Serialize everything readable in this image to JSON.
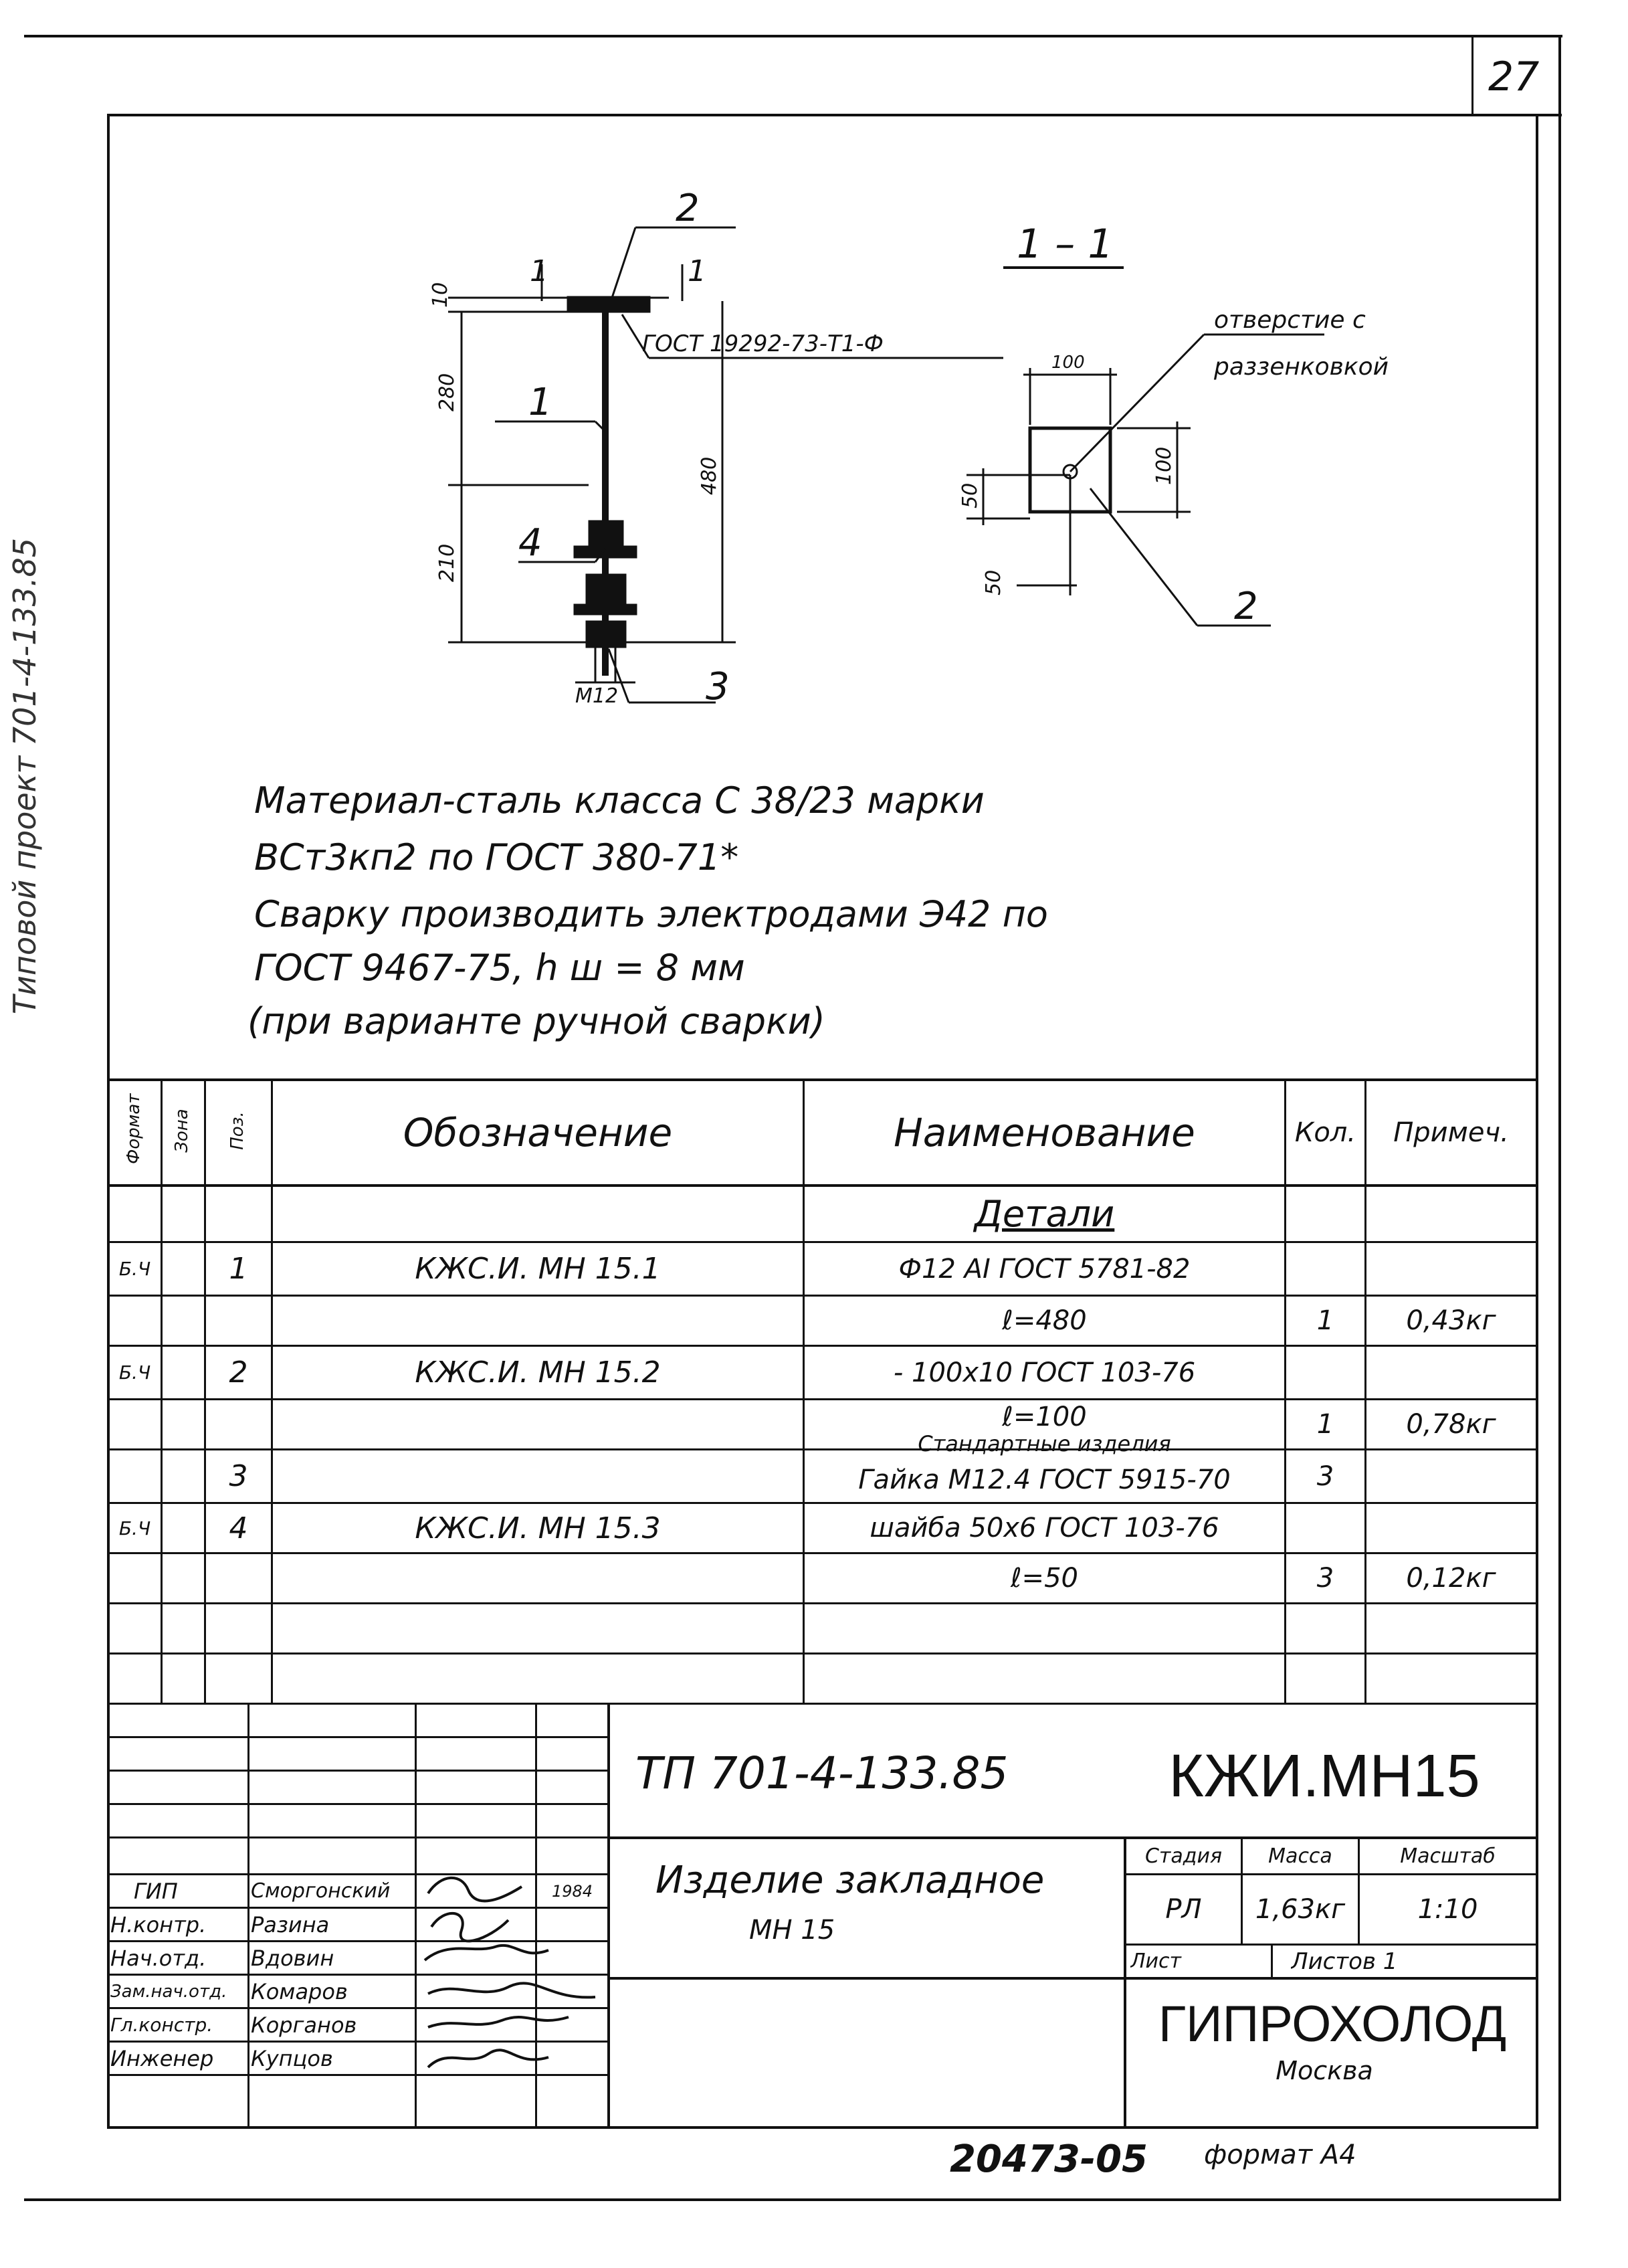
{
  "sheet": {
    "page_number": "27",
    "side_text": "Типовой проект 701-4-133.85",
    "bottom_code": "20473-05",
    "format": "формат А4"
  },
  "drawing": {
    "labels": {
      "pos1": "1",
      "pos2": "2",
      "pos3": "3",
      "pos4": "4",
      "section_mark": "1",
      "section_title": "1 – 1",
      "gost_note": "ГОСТ 19292-73-Т1-Ф",
      "hole_note_1": "отверстие с",
      "hole_note_2": "раззенковкой",
      "thread": "М12",
      "pos2_section": "2"
    },
    "dims": {
      "d10": "10",
      "d280": "280",
      "d210": "210",
      "d480": "480",
      "d100_top": "100",
      "d100_right": "100",
      "d50_left": "50",
      "d50_bottom": "50"
    }
  },
  "notes": [
    "Материал-сталь класса С 38/23 марки",
    "ВСт3кп2 по ГОСТ 380-71*",
    "Сварку производить электродами Э42 по",
    "ГОСТ 9467-75, h ш = 8 мм",
    "(при варианте ручной сварки)"
  ],
  "spec": {
    "headers": {
      "format": "Формат",
      "zone": "Зона",
      "pos": "Поз.",
      "designation": "Обозначение",
      "name": "Наименование",
      "qty": "Кол.",
      "note": "Примеч."
    },
    "section": "Детали",
    "rows": [
      {
        "format": "Б.Ч",
        "pos": "1",
        "designation": "КЖС.И. МН 15.1",
        "name": "Ф12 АI ГОСТ 5781-82",
        "qty": "",
        "note": ""
      },
      {
        "format": "",
        "pos": "",
        "designation": "",
        "name": "ℓ=480",
        "qty": "1",
        "note": "0,43кг"
      },
      {
        "format": "Б.Ч",
        "pos": "2",
        "designation": "КЖС.И. МН 15.2",
        "name": "- 100х10 ГОСТ 103-76",
        "qty": "",
        "note": ""
      },
      {
        "format": "",
        "pos": "",
        "designation": "",
        "name": "ℓ=100",
        "qty": "1",
        "note": "0,78кг"
      },
      {
        "format": "",
        "pos": "3",
        "designation": "",
        "name": "Гайка М12.4 ГОСТ 5915-70",
        "qty": "3",
        "note": ""
      },
      {
        "format": "Б.Ч",
        "pos": "4",
        "designation": "КЖС.И. МН 15.3",
        "name": "шайба 50х6 ГОСТ 103-76",
        "qty": "",
        "note": ""
      },
      {
        "format": "",
        "pos": "",
        "designation": "",
        "name": "ℓ=50",
        "qty": "3",
        "note": "0,12кг"
      }
    ],
    "std_items_label": "Стандартные изделия"
  },
  "title_block": {
    "project": "ТП 701-4-133.85",
    "code": "КЖИ.МН15",
    "item_title": "Изделие закладное",
    "item_sub": "МН 15",
    "stage_label": "Стадия",
    "mass_label": "Масса",
    "scale_label": "Масштаб",
    "stage": "РЛ",
    "mass": "1,63кг",
    "scale": "1:10",
    "sheet_label": "Лист",
    "sheets_label": "Листов 1",
    "org": "ГИПРОХОЛОД",
    "city": "Москва",
    "year": "1984",
    "staff": [
      {
        "role": "ГИП",
        "name": "Сморгонский"
      },
      {
        "role": "Н.контр.",
        "name": "Разина"
      },
      {
        "role": "Нач.отд.",
        "name": "Вдовин"
      },
      {
        "role": "Зам.нач.отд.",
        "name": "Комаров"
      },
      {
        "role": "Гл.констр.",
        "name": "Корганов"
      },
      {
        "role": "Инженер",
        "name": "Купцов"
      }
    ]
  }
}
